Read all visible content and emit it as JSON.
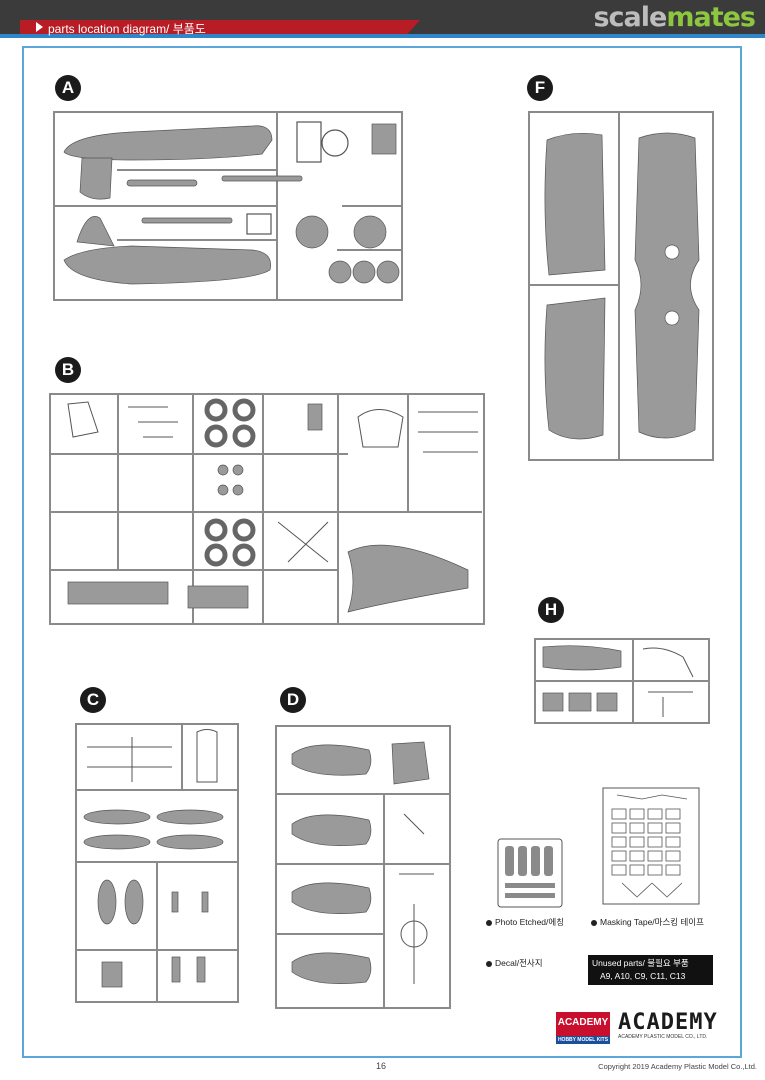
{
  "header": {
    "title": "parts location diagram/ 부품도",
    "brand_part1": "scale",
    "brand_part2": "mates"
  },
  "sprues": [
    {
      "id": "A",
      "label": "A"
    },
    {
      "id": "B",
      "label": "B"
    },
    {
      "id": "C",
      "label": "C"
    },
    {
      "id": "D",
      "label": "D"
    },
    {
      "id": "F",
      "label": "F"
    },
    {
      "id": "H",
      "label": "H"
    }
  ],
  "legend": {
    "photo_etched": "Photo Etched/에칭",
    "masking_tape": "Masking Tape/마스킹 테이프",
    "decal": "Decal/전사지",
    "unused_title": "Unused parts/ 불필요 부품",
    "unused_list": "A9, A10, C9, C11, C13"
  },
  "footer": {
    "page_number": "16",
    "copyright": "Copyright 2019 Academy Plastic Model Co.,Ltd.",
    "logo_badge": "ACADEMY",
    "logo_badge_sub": "HOBBY MODEL KITS",
    "logo_word": "ACADEMY",
    "logo_sub": "ACADEMY PLASTIC MODEL CO., LTD."
  },
  "colors": {
    "header_bg": "#3b3b3b",
    "header_red": "#b81c25",
    "frame_blue": "#5ba7dc",
    "brand_green": "#8dc63f",
    "sprue_gray": "#8a8a8a",
    "part_gray": "#9a9a9a"
  }
}
